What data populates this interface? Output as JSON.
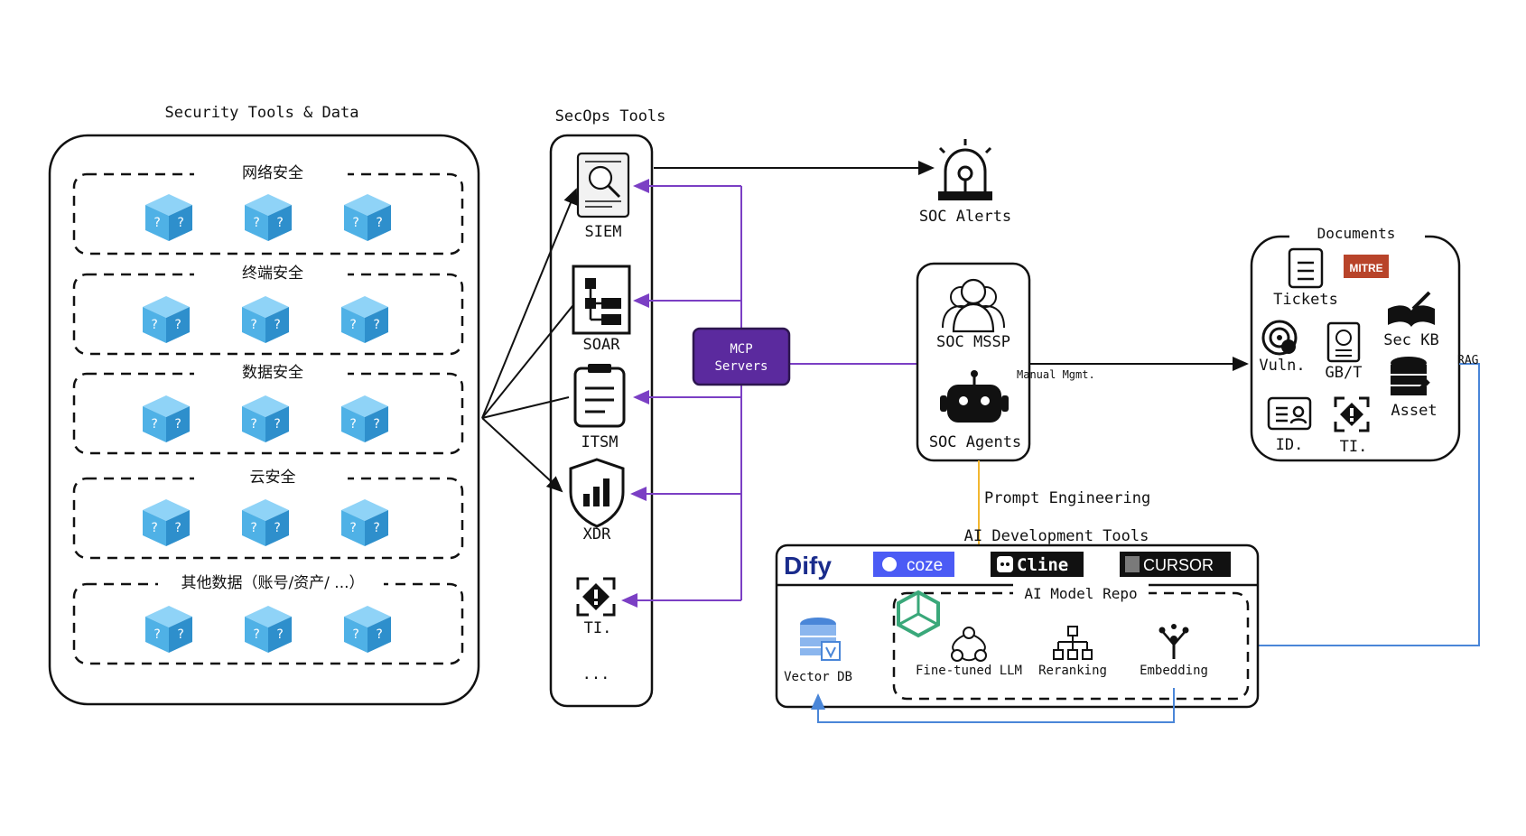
{
  "left_panel": {
    "title": "Security Tools & Data",
    "groups": [
      {
        "label": "网络安全",
        "item_count": 3
      },
      {
        "label": "终端安全",
        "item_count": 3
      },
      {
        "label": "数据安全",
        "item_count": 3
      },
      {
        "label": "云安全",
        "item_count": 3
      },
      {
        "label": "其他数据（账号/资产/ ...）",
        "item_count": 3
      }
    ]
  },
  "secops": {
    "title": "SecOps Tools",
    "tools": [
      "SIEM",
      "SOAR",
      "ITSM",
      "XDR",
      "TI."
    ],
    "more": "..."
  },
  "mcp": {
    "line1": "MCP",
    "line2": "Servers"
  },
  "alerts": {
    "label": "SOC Alerts"
  },
  "soc": {
    "mssp": "SOC MSSP",
    "agents": "SOC Agents"
  },
  "manual": "Manual Mgmt.",
  "prompt": "Prompt Engineering",
  "rag": "RAG",
  "documents": {
    "title": "Documents",
    "tickets": "Tickets",
    "mitre": "MITRE",
    "seckb": "Sec KB",
    "vuln": "Vuln.",
    "gbt": "GB/T",
    "asset": "Asset",
    "id": "ID.",
    "ti": "TI."
  },
  "ai_tools": {
    "title": "AI Development Tools",
    "dify": "Dify",
    "coze": "coze",
    "cline": "Cline",
    "cursor": "CURSOR",
    "model_repo": "AI Model Repo",
    "vector_db": "Vector DB",
    "fine_tuned": "Fine-tuned LLM",
    "reranking": "Reranking",
    "embedding": "Embedding"
  },
  "colors": {
    "purple": "#7b3fc4",
    "mcp_fill": "#5b2a9e",
    "blue_line": "#4a86d8",
    "yellow_line": "#f2b731",
    "cube": "#4fb1e6",
    "mitre": "#b8442a",
    "coze": "#4b5bf5",
    "green": "#3aa87a"
  }
}
